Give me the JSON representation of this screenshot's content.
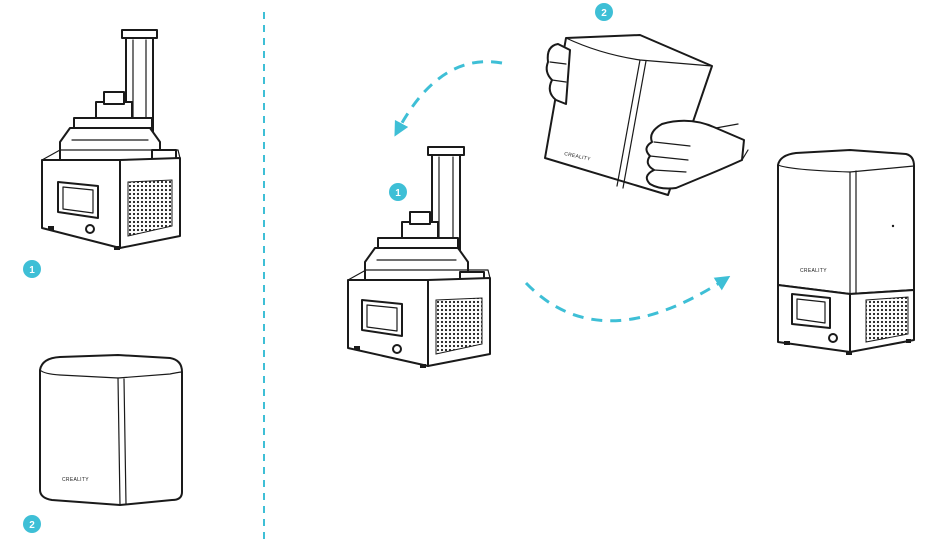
{
  "colors": {
    "accent": "#3ebfd6",
    "line": "#1a1a1a",
    "background": "#ffffff"
  },
  "steps": {
    "left_printer_badge": "1",
    "left_cover_badge": "2",
    "center_printer_badge": "1",
    "held_cover_badge": "2"
  },
  "brand": {
    "cover_logo": "CREALITY"
  }
}
